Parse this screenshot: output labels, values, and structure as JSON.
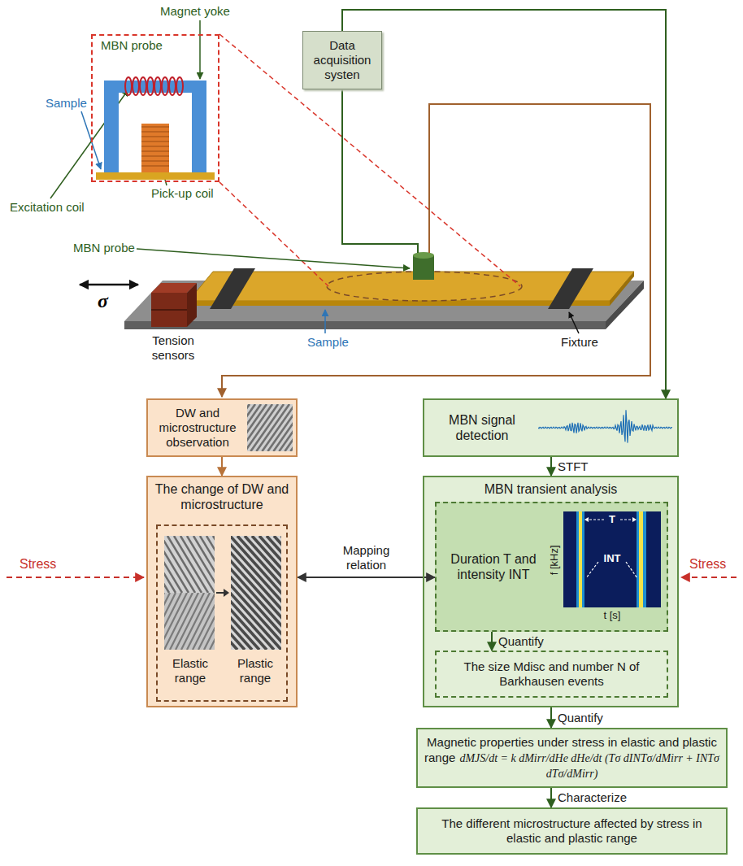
{
  "diagram": {
    "nodes": [
      {
        "text": [
          "MBN probe"
        ]
      },
      {
        "text": [
          "Data acquisition systen"
        ]
      },
      {
        "text": [
          "DW and microstructure observation"
        ]
      },
      {
        "text": [
          "The change of DW and microstructure"
        ]
      },
      {
        "text": [
          "Elastic range",
          "Plastic range"
        ],
        "in": 3
      },
      {
        "text": [
          "MBN signal detection"
        ]
      },
      {
        "text": [
          "MBN transient analysis"
        ]
      },
      {
        "text": [
          "Duration T and intensity INT"
        ],
        "in": 6
      },
      {
        "text": [
          "The size Mdisc and number N of Barkhausen events"
        ],
        "in": 6
      },
      {
        "text": [
          "Magnetic properties under stress in elastic and plastic range",
          "dMJS/dt = k dMirr/dHe dHe/dt (Tσ dINTσ/dMirr + INTσ dTσ/dMirr)"
        ]
      },
      {
        "text": [
          "The different microstructure affected by stress in elastic and plastic range"
        ]
      }
    ],
    "edges": [
      {
        "from": 1,
        "to": 5,
        "arrow": "to"
      },
      {
        "from": 2,
        "to": 3,
        "arrow": "to"
      },
      {
        "from": 3,
        "to": 7,
        "label": "Mapping relation",
        "arrow": "both"
      },
      {
        "from": 5,
        "to": 6,
        "label": "STFT",
        "arrow": "to"
      },
      {
        "from": 7,
        "to": 8,
        "label": "Quantify",
        "arrow": "to"
      },
      {
        "from": 6,
        "to": 9,
        "label": "Quantify",
        "arrow": "to"
      },
      {
        "from": 9,
        "to": 10,
        "label": "Characterize",
        "arrow": "to"
      }
    ],
    "labels": [
      "Magnet yoke",
      "Sample",
      "Pick-up coil",
      "Excitation coil",
      "MBN probe",
      "σ",
      "Tension sensors",
      "Sample",
      "Fixture",
      "Stress",
      "Stress",
      "T",
      "INT",
      "f [kHz]",
      "t [s]"
    ]
  }
}
